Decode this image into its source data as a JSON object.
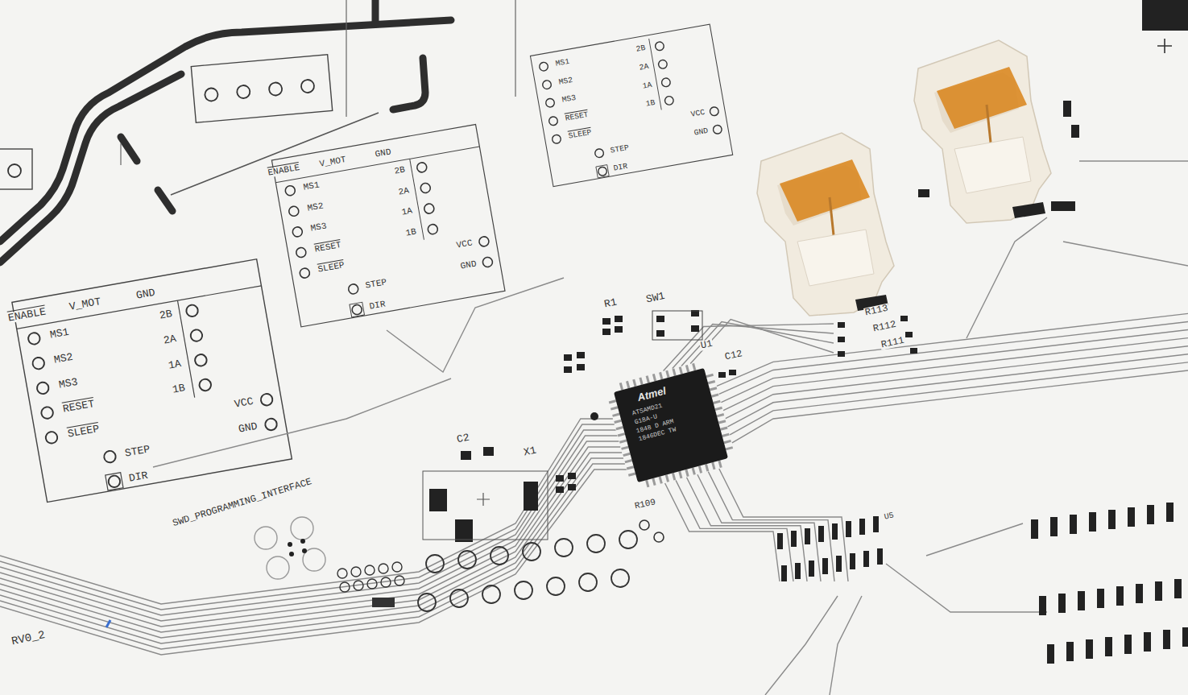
{
  "diagram": {
    "labels": [
      "ENABLE",
      "V_MOT",
      "GND",
      "MS1",
      "MS2",
      "MS3",
      "RESET",
      "SLEEP",
      "STEP",
      "DIR",
      "2B",
      "2A",
      "1A",
      "1B",
      "VCC",
      "GND",
      "ENABLE",
      "V_MOT",
      "GND",
      "MS1",
      "MS2",
      "MS3",
      "RESET",
      "SLEEP",
      "STEP",
      "DIR",
      "2B",
      "2A",
      "1A",
      "1B",
      "VCC",
      "GND",
      "MS1",
      "MS2",
      "MS3",
      "RESET",
      "SLEEP",
      "STEP",
      "DIR",
      "2B",
      "2A",
      "1A",
      "1B",
      "VCC",
      "GND",
      "Atmel",
      "ATSAMD21",
      "G18A-U",
      "1848 D ARM",
      "1846DEC TW",
      "R1",
      "SW1",
      "U1",
      "C12",
      "C2",
      "X1",
      "R109",
      "R113",
      "R112",
      "R111",
      "SWD_PROGRAMMING_INTERFACE",
      "RV0_2",
      "U5"
    ]
  }
}
